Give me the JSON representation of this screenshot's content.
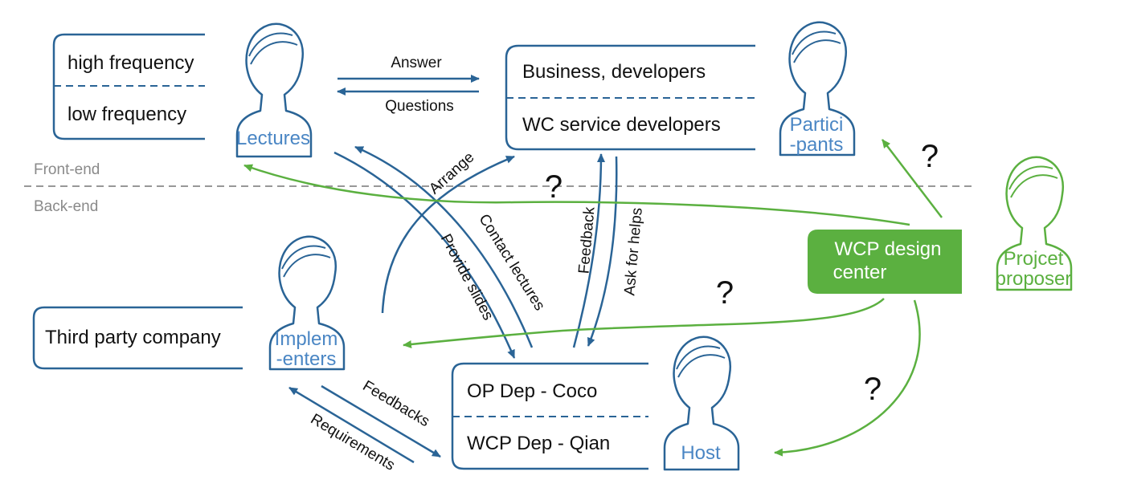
{
  "layers": {
    "front": "Front-end",
    "back": "Back-end"
  },
  "boxes": {
    "frequency": {
      "top": "high frequency",
      "bottom": "low frequency"
    },
    "developers": {
      "top": "Business, developers",
      "bottom": "WC service developers"
    },
    "third_party": {
      "label": "Third party company"
    },
    "departments": {
      "top": "OP Dep - Coco",
      "bottom": "WCP Dep - Qian"
    }
  },
  "roles": {
    "lectures": "Lectures",
    "participants": [
      "Partici",
      "-pants"
    ],
    "implementers": [
      "Implem",
      "-enters"
    ],
    "host": "Host",
    "proposer": [
      "Projcet",
      "proposer"
    ]
  },
  "design_center": [
    "WCP design",
    "center"
  ],
  "arrow_labels": {
    "answer": "Answer",
    "questions": "Questions",
    "arrange": "Arrange",
    "provide_slides": "Provide slides",
    "contact_lectures": "Contact lectures",
    "feedback": "Feedback",
    "ask_for_helps": "Ask for helps",
    "feedbacks": "Feedbacks",
    "requirements": "Requirements"
  },
  "question_mark": "?",
  "colors": {
    "blue_line": "#2a6496",
    "role_text": "#4a86c4",
    "green": "#5bb040",
    "layer_text": "#8a8a8a"
  }
}
